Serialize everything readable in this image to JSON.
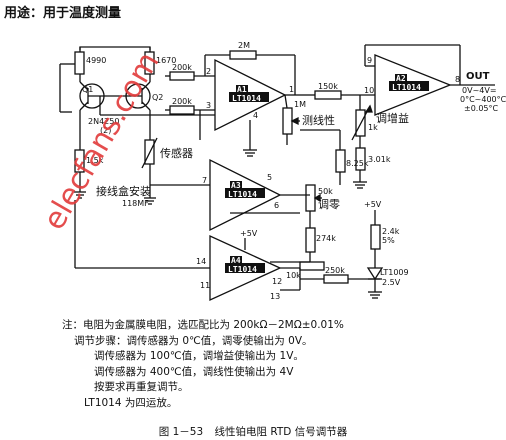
{
  "title": "用途：用于温度测量",
  "components": {
    "r4990": "4990",
    "r1670": "1670",
    "q1": "Q1",
    "q2": "Q2",
    "transistor": "2N4250",
    "transistor_qty": "(2)",
    "r15k": "1.5k",
    "sensor": "传感器",
    "sensor_note": "接线盒安装",
    "sensor_part": "118MF",
    "r2m": "2M",
    "r200k_a": "200k",
    "r200k_b": "200k",
    "r150k": "150k",
    "trim_linear": "测线性",
    "trim_linear_val": "1M",
    "a1_name": "A1",
    "a2_name": "A2",
    "a3_name": "A3",
    "a4_name": "A4",
    "opamp_part": "LT1014",
    "r1k": "1k",
    "gain_adj": "调增益",
    "r301k": "3.01k",
    "r825k": "8.25k",
    "r50k": "50k",
    "zero_adj": "调零",
    "r274k": "274k",
    "r10k": "10k",
    "r250k": "250k",
    "plus5v_a": "+5V",
    "plus5v_b": "+5V",
    "r24k": "2.4k",
    "r24k_tol": "5%",
    "ref_part": "LT1009",
    "ref_v": "2.5V",
    "out_label": "OUT",
    "out_spec_1": "0V~4V=",
    "out_spec_2": "0°C~400°C",
    "out_spec_3": "±0.05°C",
    "pins": [
      "1",
      "2",
      "3",
      "4",
      "5",
      "6",
      "7",
      "8",
      "9",
      "10",
      "11",
      "12",
      "13",
      "14"
    ]
  },
  "watermark": "elecfans.com",
  "notes": [
    "注：电阻为金属膜电阻，选匹配比为 200kΩ－2MΩ±0.01%",
    "调节步骤：调传感器为 0℃值，调零使输出为 0V。",
    "调传感器为 100℃值，调增益使输出为 1V。",
    "调传感器为 400℃值，调线性使输出为 4V",
    "按要求再重复调节。",
    "LT1014 为四运放。"
  ],
  "caption_num": "图 1－53",
  "caption_text": "线性铂电阻 RTD 信号调节器"
}
